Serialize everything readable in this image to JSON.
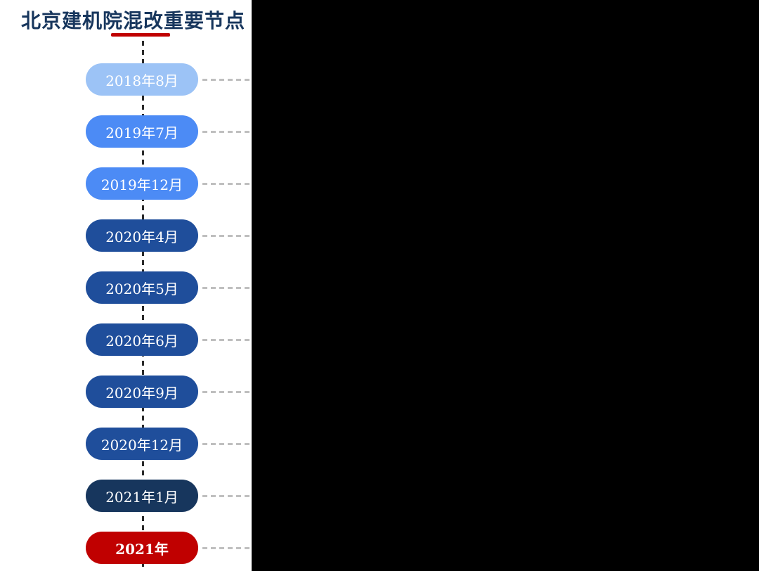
{
  "header": {
    "title": "北京建机院混改重要节点",
    "title_color": "#17365D",
    "underline_color": "#C00000"
  },
  "timeline": {
    "axis_color": "#2B2B2B",
    "connector_color": "#BFBFBF",
    "redacted_area_color": "#000000",
    "nodes": [
      {
        "label": "2018年8月",
        "color": "#9CC3F6",
        "bold": false
      },
      {
        "label": "2019年7月",
        "color": "#4C8BF5",
        "bold": false
      },
      {
        "label": "2019年12月",
        "color": "#4C8BF5",
        "bold": false
      },
      {
        "label": "2020年4月",
        "color": "#1F4E9B",
        "bold": false
      },
      {
        "label": "2020年5月",
        "color": "#1F4E9B",
        "bold": false
      },
      {
        "label": "2020年6月",
        "color": "#1F4E9B",
        "bold": false
      },
      {
        "label": "2020年9月",
        "color": "#1F4E9B",
        "bold": false
      },
      {
        "label": "2020年12月",
        "color": "#1F4E9B",
        "bold": false
      },
      {
        "label": "2021年1月",
        "color": "#17365D",
        "bold": false
      },
      {
        "label": "2021年",
        "color": "#C00000",
        "bold": true
      }
    ]
  }
}
